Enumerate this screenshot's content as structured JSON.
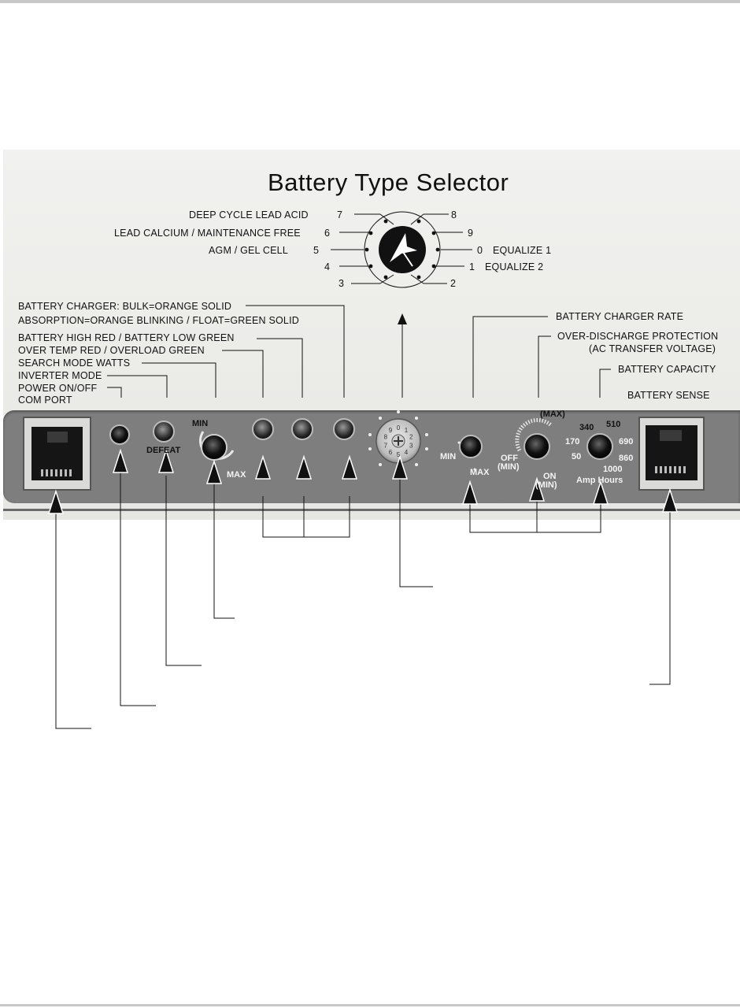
{
  "title": "Battery Type Selector",
  "selector_settings": {
    "left": [
      {
        "label": "DEEP CYCLE  LEAD ACID",
        "num": "7"
      },
      {
        "label": "LEAD CALCIUM / MAINTENANCE FREE",
        "num": "6"
      },
      {
        "label": "AGM / GEL CELL",
        "num": "5"
      },
      {
        "label": "",
        "num": "4"
      },
      {
        "label": "",
        "num": "3"
      }
    ],
    "right": [
      {
        "num": "8",
        "label": ""
      },
      {
        "num": "9",
        "label": ""
      },
      {
        "num": "0",
        "label": "EQUALIZE 1"
      },
      {
        "num": "1",
        "label": "EQUALIZE 2"
      },
      {
        "num": "2",
        "label": ""
      }
    ]
  },
  "callouts_left": {
    "charger_line1": "BATTERY CHARGER: BULK=ORANGE SOLID",
    "charger_line2": "ABSORPTION=ORANGE BLINKING / FLOAT=GREEN SOLID",
    "battery_level": "BATTERY HIGH RED / BATTERY LOW GREEN",
    "temp_overload": "OVER TEMP RED / OVERLOAD GREEN",
    "search_mode": "SEARCH MODE WATTS",
    "inverter_mode": "INVERTER MODE",
    "power": "POWER ON/OFF",
    "com_port": "COM PORT"
  },
  "callouts_right": {
    "charger_rate": "BATTERY  CHARGER  RATE",
    "over_discharge_1": "OVER-DISCHARGE PROTECTION",
    "over_discharge_2": "(AC TRANSFER VOLTAGE)",
    "battery_capacity": "BATTERY CAPACITY",
    "battery_sense": "BATTERY SENSE"
  },
  "panel": {
    "defeat": "DEFEAT",
    "search_min": "MIN",
    "search_max": "MAX",
    "rate_min": "MIN",
    "rate_max": "MAX",
    "od_max": "(MAX)",
    "od_off": "OFF",
    "od_min": "(MIN)",
    "od_on": "ON",
    "od_on_min": "(MIN)",
    "cap_340": "340",
    "cap_510": "510",
    "cap_170": "170",
    "cap_690": "690",
    "cap_50": "50",
    "cap_860": "860",
    "cap_1000": "1000",
    "amp_hours": "Amp Hours",
    "dial_digits": [
      "0",
      "1",
      "2",
      "3",
      "4",
      "5",
      "6",
      "7",
      "8",
      "9"
    ]
  },
  "colors": {
    "panel": "#7e7e7e",
    "background": "#eceae7",
    "ink": "#111111"
  }
}
